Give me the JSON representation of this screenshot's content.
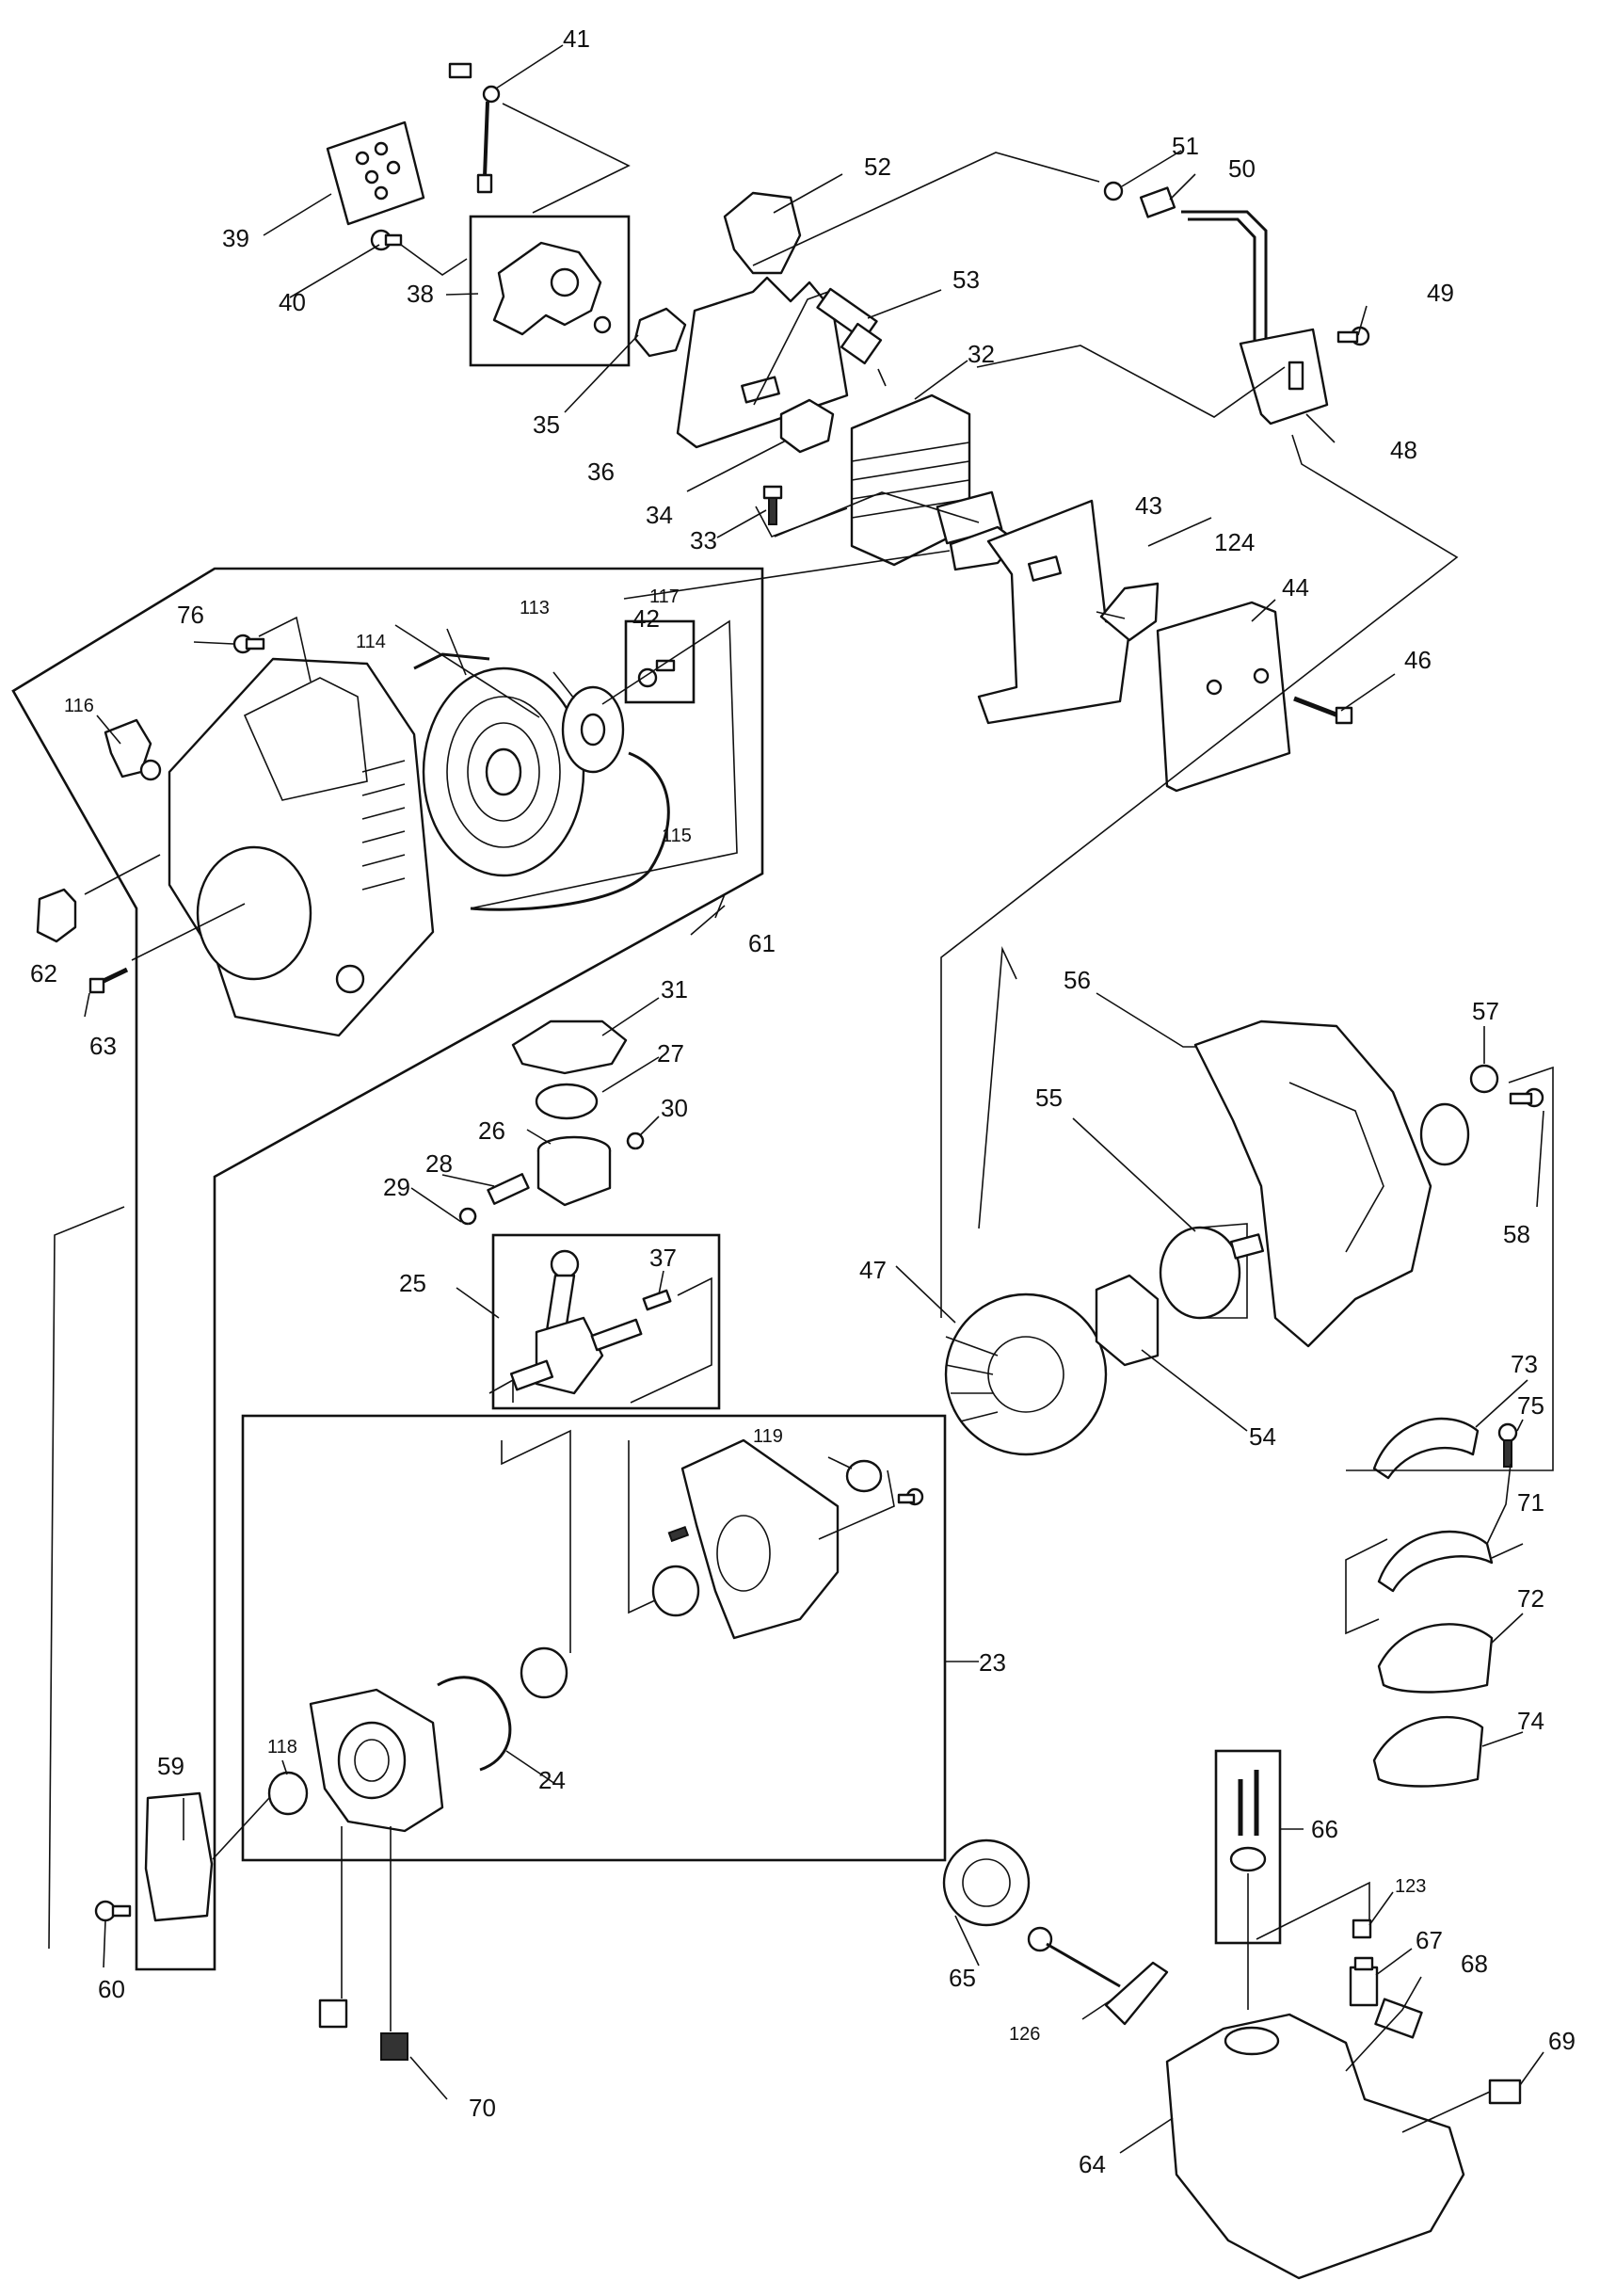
{
  "labels": {
    "p23": "23",
    "p24": "24",
    "p25": "25",
    "p26": "26",
    "p27": "27",
    "p28": "28",
    "p29": "29",
    "p30": "30",
    "p31": "31",
    "p32": "32",
    "p33": "33",
    "p34": "34",
    "p35": "35",
    "p36": "36",
    "p37": "37",
    "p38": "38",
    "p39": "39",
    "p40": "40",
    "p41": "41",
    "p42": "42",
    "p43": "43",
    "p44": "44",
    "p46": "46",
    "p47": "47",
    "p48": "48",
    "p49": "49",
    "p50": "50",
    "p51": "51",
    "p52": "52",
    "p53": "53",
    "p54": "54",
    "p55": "55",
    "p56": "56",
    "p57": "57",
    "p58": "58",
    "p59": "59",
    "p60": "60",
    "p61": "61",
    "p62": "62",
    "p63": "63",
    "p64": "64",
    "p65": "65",
    "p66": "66",
    "p67": "67",
    "p68": "68",
    "p69": "69",
    "p70": "70",
    "p71": "71",
    "p72": "72",
    "p73": "73",
    "p74": "74",
    "p75": "75",
    "p76": "76",
    "p113": "113",
    "p114": "114",
    "p115": "115",
    "p116": "116",
    "p117": "117",
    "p118": "118",
    "p119": "119",
    "p123": "123",
    "p124": "124",
    "p126": "126"
  }
}
